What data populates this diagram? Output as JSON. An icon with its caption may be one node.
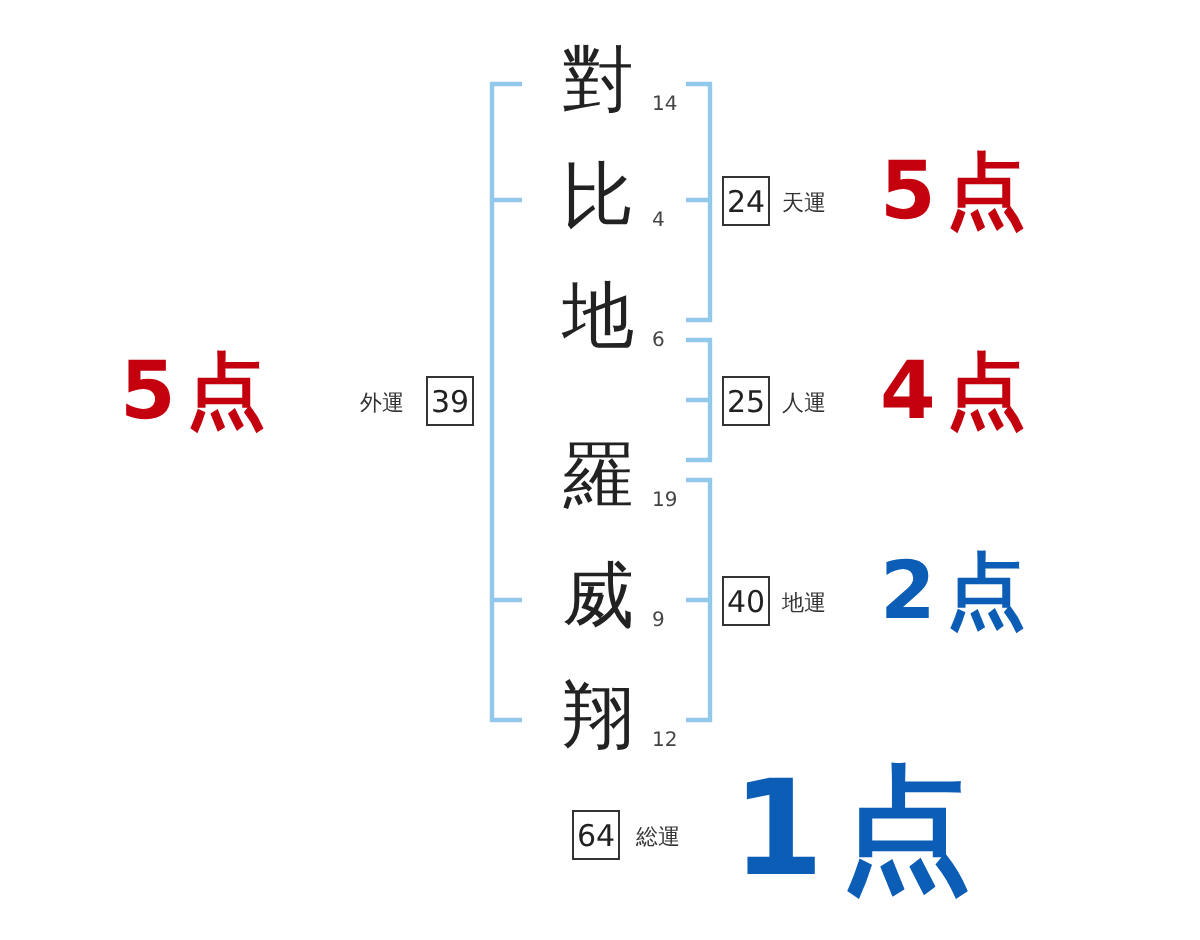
{
  "diagram": {
    "nodes": [
      {
        "text": [
          "24"
        ],
        "beside": [
          "天運",
          "5点"
        ]
      },
      {
        "text": [
          "39"
        ],
        "beside": [
          "5点",
          "外運"
        ]
      },
      {
        "text": [
          "25"
        ],
        "beside": [
          "人運",
          "4点"
        ]
      },
      {
        "text": [
          "40"
        ],
        "beside": [
          "地運",
          "2点"
        ]
      },
      {
        "text": [
          "64"
        ],
        "beside": [
          "総運",
          "1点"
        ]
      }
    ],
    "labels": [
      "對",
      "14",
      "比",
      "4",
      "地",
      "6",
      "羅",
      "19",
      "威",
      "9",
      "翔",
      "12"
    ]
  }
}
